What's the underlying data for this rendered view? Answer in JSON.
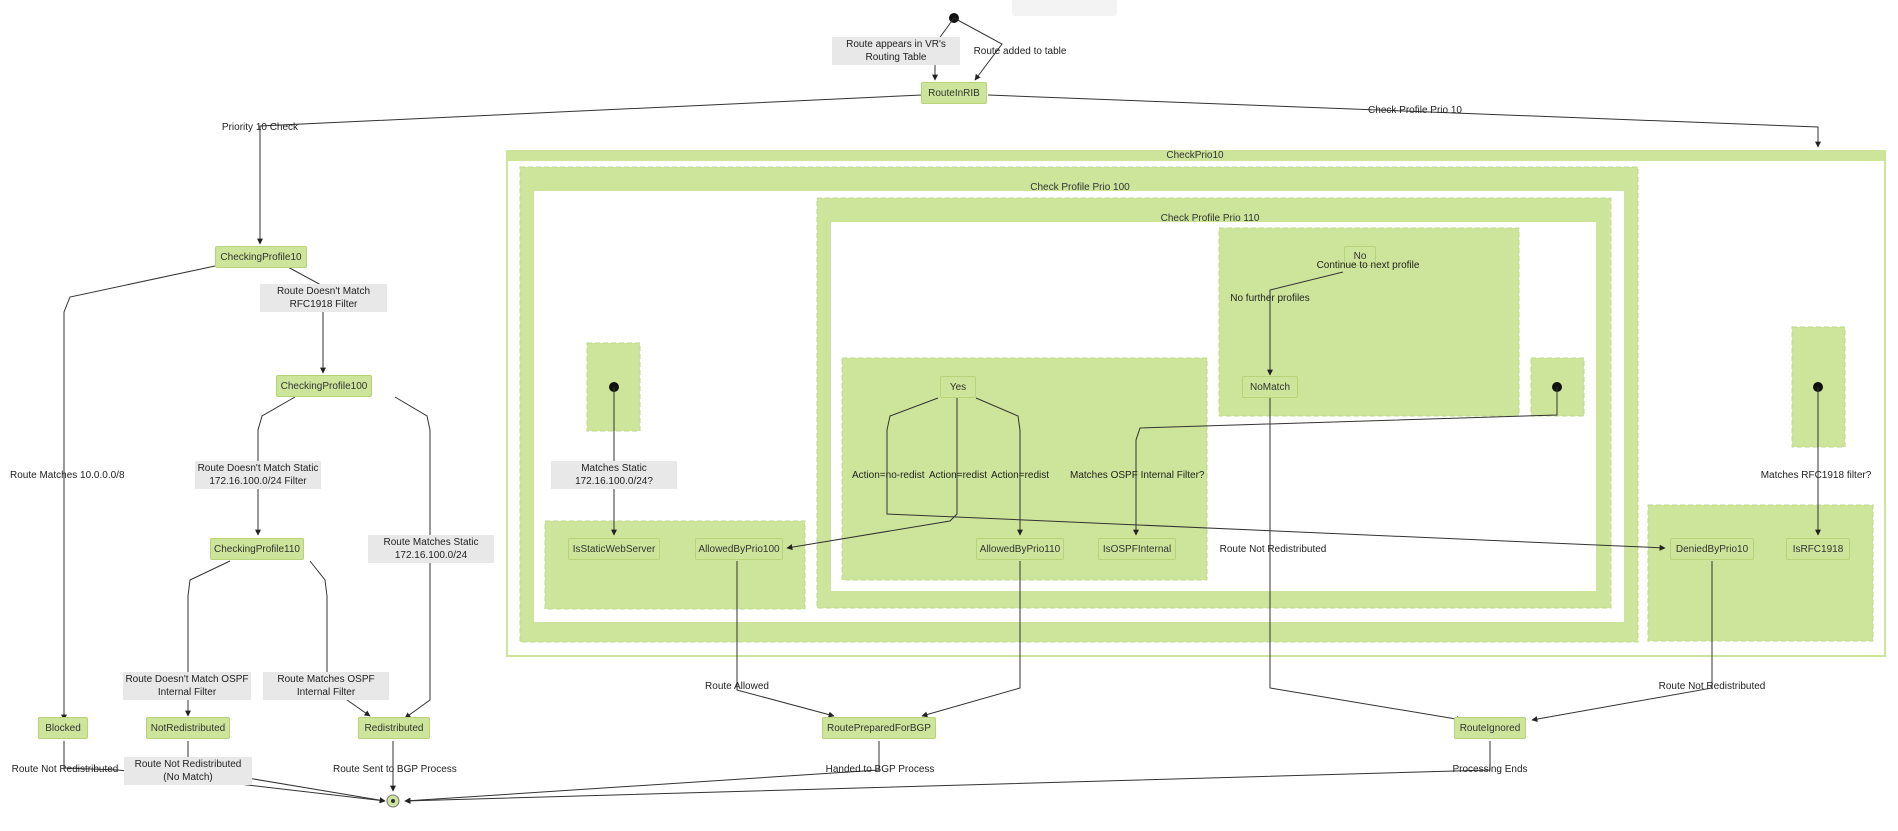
{
  "containers": {
    "check_prio10": "CheckPrio10",
    "check_profile_prio100": "Check Profile Prio 100",
    "check_profile_prio110": "Check Profile Prio 110"
  },
  "nodes": {
    "route_in_rib": "RouteInRIB",
    "checking_profile10": "CheckingProfile10",
    "checking_profile100": "CheckingProfile100",
    "checking_profile110": "CheckingProfile110",
    "blocked": "Blocked",
    "not_redistributed": "NotRedistributed",
    "redistributed": "Redistributed",
    "is_static_web_server": "IsStaticWebServer",
    "allowed_by_prio100": "AllowedByPrio100",
    "yes": "Yes",
    "allowed_by_prio110": "AllowedByPrio110",
    "is_ospf_internal": "IsOSPFInternal",
    "no": "No",
    "no_match": "NoMatch",
    "denied_by_prio10": "DeniedByPrio10",
    "is_rfc1918": "IsRFC1918",
    "route_prepared_for_bgp": "RoutePreparedForBGP",
    "route_ignored": "RouteIgnored"
  },
  "edge_labels": {
    "route_appears": "Route appears in VR's Routing Table",
    "route_added": "Route added to table",
    "priority10_check": "Priority 10 Check",
    "check_profile_prio10": "Check Profile Prio 10",
    "no_match_rfc1918": "Route Doesn't Match RFC1918 Filter",
    "matches_10_8": "Route Matches 10.0.0.0/8",
    "no_match_static": "Route Doesn't Match Static 172.16.100.0/24 Filter",
    "matches_static_prefix": "Route Matches Static 172.16.100.0/24",
    "no_match_ospf": "Route Doesn't Match OSPF Internal Filter",
    "matches_ospf": "Route Matches OSPF Internal Filter",
    "not_redistributed_no_match": "Route Not Redistributed (No Match)",
    "route_not_redistributed_left": "Route Not Redistributed",
    "route_sent_bgp": "Route Sent to BGP Process",
    "matches_static_q": "Matches Static 172.16.100.0/24?",
    "action_no_redist": "Action=no-redist",
    "action_redist_a": "Action=redist",
    "action_redist_b": "Action=redist",
    "matches_ospf_q": "Matches OSPF Internal Filter?",
    "continue_next": "Continue to next profile",
    "no_further": "No further profiles",
    "route_not_redistributed_mid": "Route Not Redistributed",
    "matches_rfc1918_q": "Matches RFC1918 filter?",
    "route_allowed": "Route Allowed",
    "route_not_redistributed_right": "Route Not Redistributed",
    "handed_bgp": "Handed to BGP Process",
    "processing_ends": "Processing Ends"
  },
  "colors": {
    "node_fill": "#cde59a",
    "node_border": "#b6d37a",
    "container_fill": "#cde59a",
    "label_box": "#e8e8e8",
    "line": "#333333"
  }
}
